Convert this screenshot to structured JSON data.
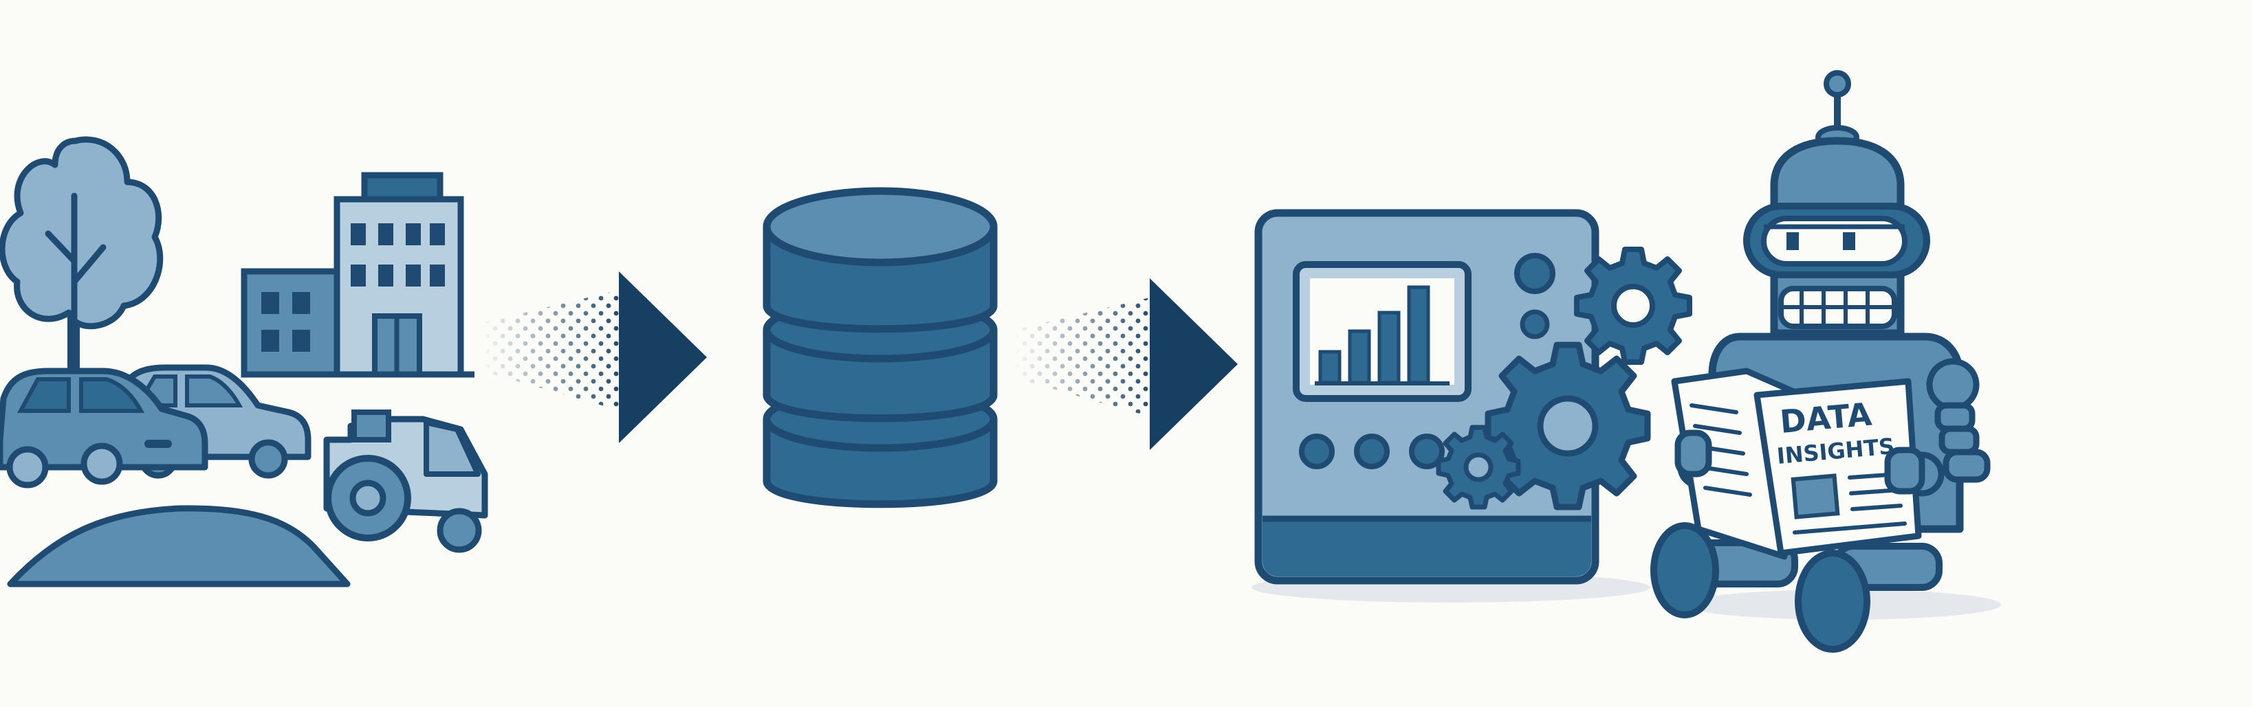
{
  "colors": {
    "background": "#fbfbf8",
    "outline": "#1f4b73",
    "fill_dark": "#2f6a92",
    "fill_mid": "#5b8eb0",
    "fill_light": "#8fb3cc",
    "fill_pale": "#b7cfdf",
    "arrow": "#173f62"
  },
  "stages": [
    {
      "name": "data-sources",
      "icons": [
        "tree-icon",
        "building-icon",
        "car-icon",
        "car-icon",
        "tractor-icon",
        "field-mound-icon"
      ]
    },
    {
      "name": "database",
      "icons": [
        "database-icon"
      ]
    },
    {
      "name": "processing",
      "icons": [
        "dashboard-panel-icon",
        "bar-chart-icon",
        "gear-icon"
      ]
    },
    {
      "name": "consumer",
      "icons": [
        "robot-icon",
        "newspaper-icon"
      ]
    }
  ],
  "arrows": [
    "arrow-sources-to-database",
    "arrow-database-to-processing"
  ],
  "newspaper": {
    "headline_line1": "DATA",
    "headline_line2": "INSIGHTS"
  }
}
